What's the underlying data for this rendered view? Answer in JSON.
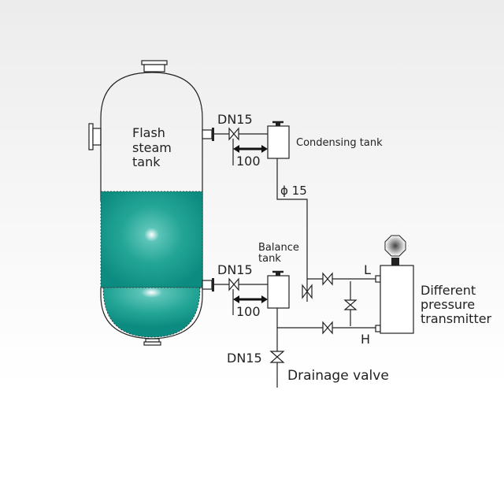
{
  "tank": {
    "label_lines": [
      "Flash",
      "steam",
      "tank"
    ],
    "liquid_color": "#0f9688"
  },
  "condensing": {
    "pipe_size": "DN15",
    "distance": "100",
    "label": "Condensing tank",
    "tube": "ϕ 15"
  },
  "balance": {
    "label_lines": [
      "Balance",
      "tank"
    ],
    "pipe_size": "DN15",
    "distance": "100"
  },
  "transmitter": {
    "label_lines": [
      "Different",
      "pressure",
      "transmitter"
    ],
    "low_port": "L",
    "high_port": "H"
  },
  "drain": {
    "pipe_size": "DN15",
    "label": "Drainage valve"
  }
}
